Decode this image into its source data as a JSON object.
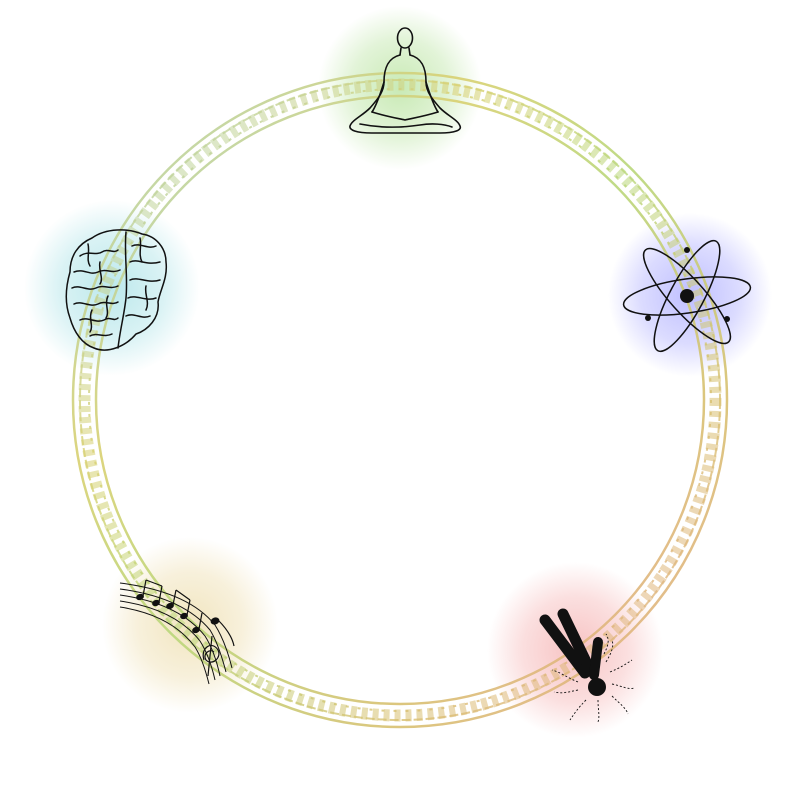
{
  "diagram": {
    "ring": {
      "pattern": "greek-key-meander",
      "gradient_colors": [
        "#b9d77a",
        "#d8d070",
        "#b8bfd8",
        "#a9d6c2",
        "#e3c77a",
        "#eaa88f"
      ]
    },
    "nodes": [
      {
        "id": "meditation",
        "icon": "meditation-figure-icon",
        "glow_color": "#bfe6a8"
      },
      {
        "id": "science",
        "icon": "atom-icon",
        "glow_color": "#b8b8ff"
      },
      {
        "id": "movement",
        "icon": "falling-person-icon",
        "glow_color": "#f6b8b8"
      },
      {
        "id": "music",
        "icon": "music-staff-icon",
        "glow_color": "#f0e2b8"
      },
      {
        "id": "mind",
        "icon": "brain-icon",
        "glow_color": "#b5e6ea"
      }
    ]
  }
}
